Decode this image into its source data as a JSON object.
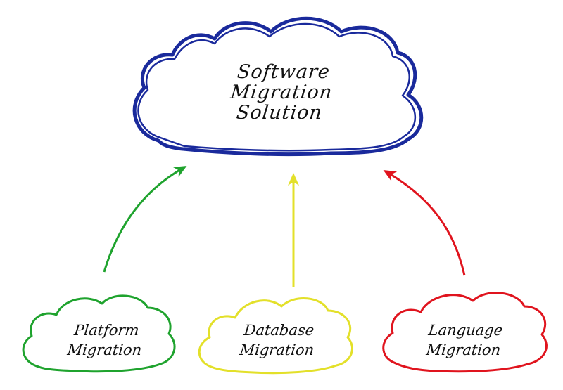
{
  "colors": {
    "main_cloud": "#1a2a9c",
    "platform": "#1fa32e",
    "database": "#e3e02a",
    "language": "#e0141e",
    "text": "#111111",
    "background": "#ffffff"
  },
  "main_node": {
    "line1": "Software",
    "line2": "Migration",
    "line3": "Solution"
  },
  "nodes": {
    "platform": {
      "line1": "Platform",
      "line2": "Migration"
    },
    "database": {
      "line1": "Database",
      "line2": "Migration"
    },
    "language": {
      "line1": "Language",
      "line2": "Migration"
    }
  }
}
